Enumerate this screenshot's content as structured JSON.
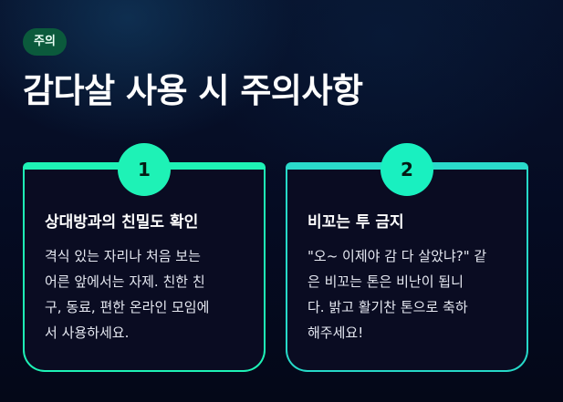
{
  "badge": {
    "label": "주의"
  },
  "page": {
    "title": "감다살 사용 시 주의사항"
  },
  "cards": [
    {
      "number": "1",
      "heading": "상대방과의 친밀도 확인",
      "body": "격식 있는 자리나 처음 보는\n어른 앞에서는 자제. 친한 친\n구, 동료, 편한 온라인 모임에\n서 사용하세요."
    },
    {
      "number": "2",
      "heading": "비꼬는 투 금지",
      "body": "\"오~ 이제야 감 다 살았냐?\" 같\n은 비꼬는 톤은 비난이 됩니\n다. 밝고 활기찬 톤으로 축하\n해주세요!"
    }
  ],
  "colors": {
    "background": "#050b22",
    "accent_green": "#1ef2b6",
    "accent_teal": "#2adacb",
    "badge_bg": "#0b5a3c"
  }
}
